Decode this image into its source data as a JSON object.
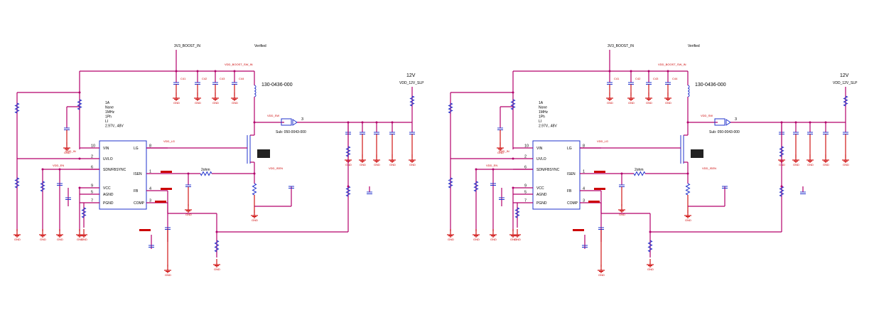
{
  "circuits": [
    {
      "id": "left",
      "boost_in": "3V3_BOOST_IN",
      "verified": "Verified",
      "inductor_pn": "130-0436-000",
      "out_voltage": "12V",
      "out_net": "VDD_12V_SLP",
      "sub": "Sub:   050-0043-000",
      "spec_lines": [
        "1A",
        "None",
        "1MHz",
        "1Ph",
        "LI",
        "2.97V...48V"
      ],
      "ic_pins": {
        "vin": "VIN",
        "uvlo": "UVLO",
        "sdn": "SDN/FBSYNC",
        "vcc": "VCC",
        "agnd": "AGND",
        "pgnd": "PGND",
        "lg": "LG",
        "isen": "ISEN",
        "fb": "FB",
        "comp": "COMP"
      },
      "pin_numbers": [
        "10",
        "2",
        "6",
        "9",
        "5",
        "7",
        "8",
        "1",
        "4",
        "3"
      ],
      "resistor_label": "2ohm",
      "gnd": "GND"
    },
    {
      "id": "right",
      "boost_in": "3V3_BOOST_IN",
      "verified": "Verified",
      "inductor_pn": "130-0436-000",
      "out_voltage": "12V",
      "out_net": "VDD_12V_SLP",
      "sub": "Sub:   050-0043-000",
      "spec_lines": [
        "1A",
        "None",
        "1MHz",
        "1Ph",
        "LI",
        "2.97V...48V"
      ],
      "ic_pins": {
        "vin": "VIN",
        "uvlo": "UVLO",
        "sdn": "SDN/FBSYNC",
        "vcc": "VCC",
        "agnd": "AGND",
        "pgnd": "PGND",
        "lg": "LG",
        "isen": "ISEN",
        "fb": "FB",
        "comp": "COMP"
      },
      "pin_numbers": [
        "10",
        "2",
        "6",
        "9",
        "5",
        "7",
        "8",
        "1",
        "4",
        "3"
      ],
      "resistor_label": "2ohm",
      "gnd": "GND"
    }
  ],
  "colors": {
    "wire": "#b3006b",
    "component": "#2233cc",
    "ground": "#cc0000"
  }
}
